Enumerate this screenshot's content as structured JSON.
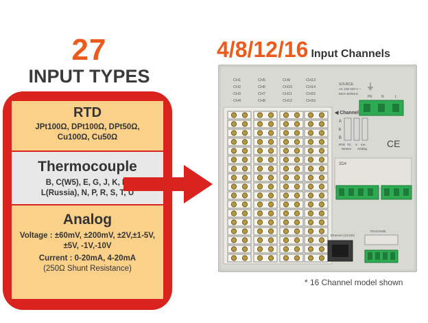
{
  "left": {
    "count": "27",
    "title": "INPUT TYPES",
    "rtd": {
      "title": "RTD",
      "lines": [
        "JPt100Ω, DPt100Ω, DPt50Ω,",
        "Cu100Ω, Cu50Ω"
      ]
    },
    "thermocouple": {
      "title": "Thermocouple",
      "lines": [
        "B, C(W5), E, G, J, K, L,",
        "L(Russia), N, P, R, S, T, U"
      ]
    },
    "analog": {
      "title": "Analog",
      "lines": [
        "Voltage : ±60mV, ±200mV, ±2V,±1-5V,",
        "±5V, -1V,-10V"
      ],
      "current_lines": [
        "Current : 0-20mA, 4-20mA",
        "(250Ω Shunt Resistance)"
      ]
    }
  },
  "right": {
    "channels_number": "4/8/12/16",
    "channels_label": "Input Channels",
    "device": {
      "channel_labels": [
        "CH1",
        "CH2",
        "CH3",
        "CH4",
        "CH5",
        "CH6",
        "CH7",
        "CH8",
        "CH9",
        "CH10",
        "CH11",
        "CH12",
        "CH13",
        "CH14",
        "CH15",
        "CH16"
      ],
      "channel_header": "◀ Channel",
      "source_lines": [
        "SOURCE",
        "AC 100-240 V ~",
        "55VA 50/60Hz"
      ],
      "power_labels": [
        "PE",
        "N",
        "L"
      ],
      "sensor_labels": [
        "RTD",
        "TC",
        "V",
        "mA"
      ],
      "sensor_caption": "Sensor",
      "analog_caption": "Analog",
      "ce_mark": "CE",
      "relay_label": "3D4",
      "ethernet_label": "Ethernet (10/100)",
      "rs_label": "RS422/485"
    },
    "footnote": "* 16 Channel model shown"
  },
  "colors": {
    "accent_orange": "#ea5b1c",
    "box_red": "#d8231e",
    "panel_yellow": "#fbd18a",
    "panel_grey": "#e8e8e8",
    "terminal_green": "#2eaa52"
  },
  "icons": [
    "right-arrow-icon",
    "ground-icon",
    "ce-mark-icon"
  ]
}
